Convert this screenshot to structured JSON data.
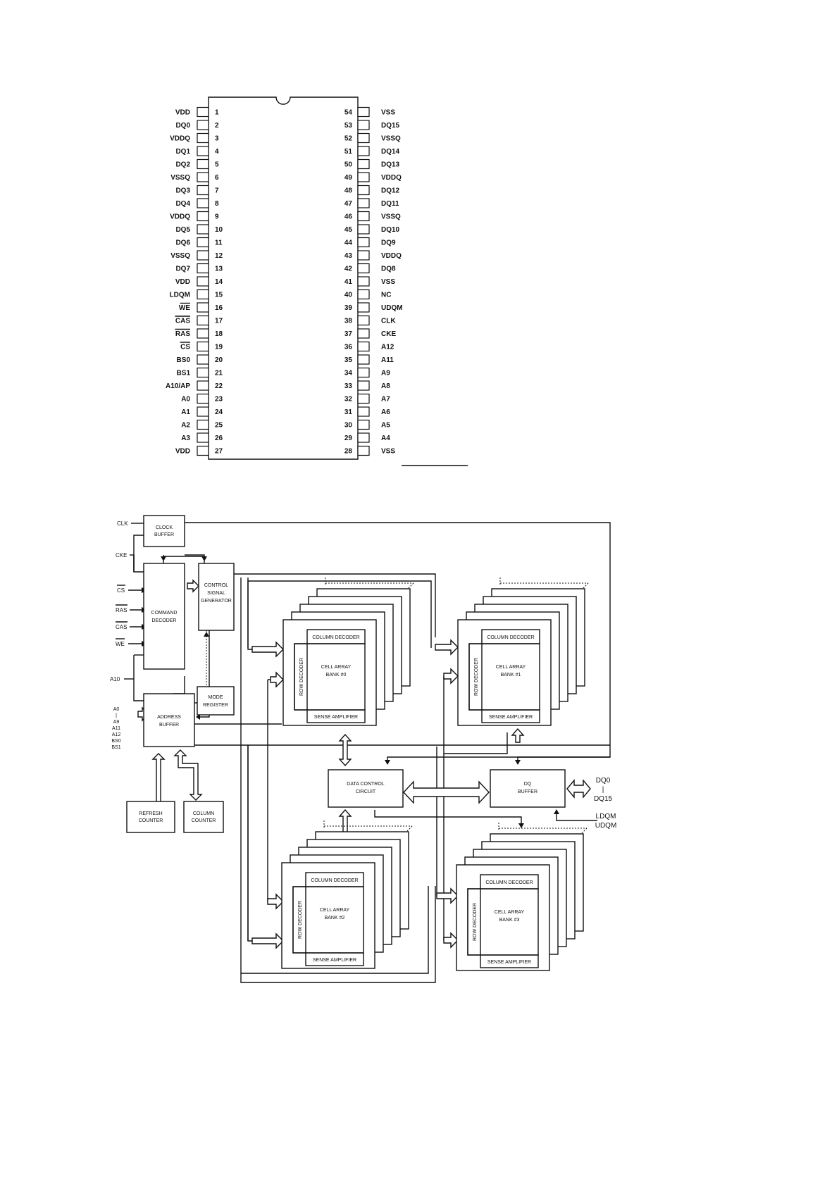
{
  "pinout": {
    "left_pins": [
      {
        "num": "1",
        "name": "VDD",
        "bar": false
      },
      {
        "num": "2",
        "name": "DQ0",
        "bar": false
      },
      {
        "num": "3",
        "name": "VDDQ",
        "bar": false
      },
      {
        "num": "4",
        "name": "DQ1",
        "bar": false
      },
      {
        "num": "5",
        "name": "DQ2",
        "bar": false
      },
      {
        "num": "6",
        "name": "VSSQ",
        "bar": false
      },
      {
        "num": "7",
        "name": "DQ3",
        "bar": false
      },
      {
        "num": "8",
        "name": "DQ4",
        "bar": false
      },
      {
        "num": "9",
        "name": "VDDQ",
        "bar": false
      },
      {
        "num": "10",
        "name": "DQ5",
        "bar": false
      },
      {
        "num": "11",
        "name": "DQ6",
        "bar": false
      },
      {
        "num": "12",
        "name": "VSSQ",
        "bar": false
      },
      {
        "num": "13",
        "name": "DQ7",
        "bar": false
      },
      {
        "num": "14",
        "name": "VDD",
        "bar": false
      },
      {
        "num": "15",
        "name": "LDQM",
        "bar": false
      },
      {
        "num": "16",
        "name": "WE",
        "bar": true
      },
      {
        "num": "17",
        "name": "CAS",
        "bar": true
      },
      {
        "num": "18",
        "name": "RAS",
        "bar": true
      },
      {
        "num": "19",
        "name": "CS",
        "bar": true
      },
      {
        "num": "20",
        "name": "BS0",
        "bar": false
      },
      {
        "num": "21",
        "name": "BS1",
        "bar": false
      },
      {
        "num": "22",
        "name": "A10/AP",
        "bar": false
      },
      {
        "num": "23",
        "name": "A0",
        "bar": false
      },
      {
        "num": "24",
        "name": "A1",
        "bar": false
      },
      {
        "num": "25",
        "name": "A2",
        "bar": false
      },
      {
        "num": "26",
        "name": "A3",
        "bar": false
      },
      {
        "num": "27",
        "name": "VDD",
        "bar": false
      }
    ],
    "right_pins": [
      {
        "num": "54",
        "name": "VSS",
        "bar": false
      },
      {
        "num": "53",
        "name": "DQ15",
        "bar": false
      },
      {
        "num": "52",
        "name": "VSSQ",
        "bar": false
      },
      {
        "num": "51",
        "name": "DQ14",
        "bar": false
      },
      {
        "num": "50",
        "name": "DQ13",
        "bar": false
      },
      {
        "num": "49",
        "name": "VDDQ",
        "bar": false
      },
      {
        "num": "48",
        "name": "DQ12",
        "bar": false
      },
      {
        "num": "47",
        "name": "DQ11",
        "bar": false
      },
      {
        "num": "46",
        "name": "VSSQ",
        "bar": false
      },
      {
        "num": "45",
        "name": "DQ10",
        "bar": false
      },
      {
        "num": "44",
        "name": "DQ9",
        "bar": false
      },
      {
        "num": "43",
        "name": "VDDQ",
        "bar": false
      },
      {
        "num": "42",
        "name": "DQ8",
        "bar": false
      },
      {
        "num": "41",
        "name": "VSS",
        "bar": false
      },
      {
        "num": "40",
        "name": "NC",
        "bar": false
      },
      {
        "num": "39",
        "name": "UDQM",
        "bar": false
      },
      {
        "num": "38",
        "name": "CLK",
        "bar": false
      },
      {
        "num": "37",
        "name": "CKE",
        "bar": false
      },
      {
        "num": "36",
        "name": "A12",
        "bar": false
      },
      {
        "num": "35",
        "name": "A11",
        "bar": false
      },
      {
        "num": "34",
        "name": "A9",
        "bar": false
      },
      {
        "num": "33",
        "name": "A8",
        "bar": false
      },
      {
        "num": "32",
        "name": "A7",
        "bar": false
      },
      {
        "num": "31",
        "name": "A6",
        "bar": false
      },
      {
        "num": "30",
        "name": "A5",
        "bar": false
      },
      {
        "num": "29",
        "name": "A4",
        "bar": false
      },
      {
        "num": "28",
        "name": "VSS",
        "bar": false
      }
    ]
  },
  "block": {
    "inputs": {
      "clk": "CLK",
      "cke": "CKE",
      "cs": "CS",
      "ras": "RAS",
      "cas": "CAS",
      "we": "WE",
      "a10": "A10",
      "addr_lines": [
        "A0",
        "|",
        "A9",
        "A11",
        "A12",
        "BS0",
        "BS1"
      ]
    },
    "clock_buffer": [
      "CLOCK",
      "BUFFER"
    ],
    "command_decoder": [
      "COMMAND",
      "DECODER"
    ],
    "control_signal_generator": [
      "CONTROL",
      "SIGNAL",
      "GENERATOR"
    ],
    "mode_register": [
      "MODE",
      "REGISTER"
    ],
    "address_buffer": [
      "ADDRESS",
      "BUFFER"
    ],
    "refresh_counter": [
      "REFRESH",
      "COUNTER"
    ],
    "column_counter": [
      "COLUMN",
      "COUNTER"
    ],
    "data_control": [
      "DATA CONTROL",
      "CIRCUIT"
    ],
    "dq_buffer": [
      "DQ",
      "BUFFER"
    ],
    "dq_out": [
      "DQ0",
      "|",
      "DQ15"
    ],
    "dqm_in": [
      "LDQM",
      "UDQM"
    ],
    "bank_labels": {
      "column_decoder": "COLUMN DECODER",
      "row_decoder": "ROW DECODER",
      "sense_amplifier": "SENSE AMPLIFIER",
      "cell_array": "CELL ARRAY"
    },
    "banks": [
      "BANK #0",
      "BANK #1",
      "BANK #2",
      "BANK #3"
    ]
  }
}
